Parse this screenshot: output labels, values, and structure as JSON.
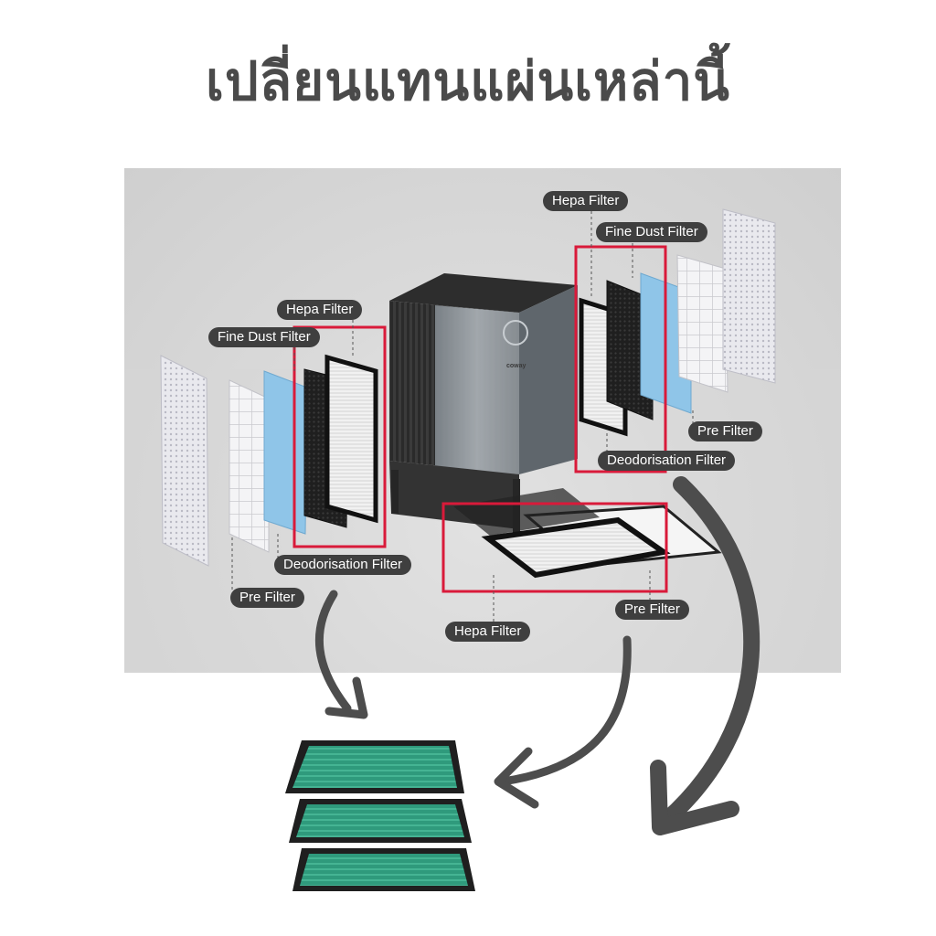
{
  "headline": "เปลี่ยนแทนแผ่นเหล่านี้",
  "brand_logo": "coway",
  "labels": {
    "right_hepa": "Hepa Filter",
    "right_fine_dust": "Fine Dust Filter",
    "right_pre": "Pre Filter",
    "right_deodorisation": "Deodorisation Filter",
    "left_hepa": "Hepa Filter",
    "left_fine_dust": "Fine Dust Filter",
    "left_deodorisation": "Deodorisation Filter",
    "left_pre": "Pre Filter",
    "bottom_hepa": "Hepa Filter",
    "bottom_pre": "Pre Filter"
  },
  "colors": {
    "highlight_box": "#d91a3a",
    "arrow": "#4d4d4d",
    "replacement_filter": "#2f9a7c",
    "label_pill": "#3f3f3f",
    "headline": "#4a4a4a"
  }
}
